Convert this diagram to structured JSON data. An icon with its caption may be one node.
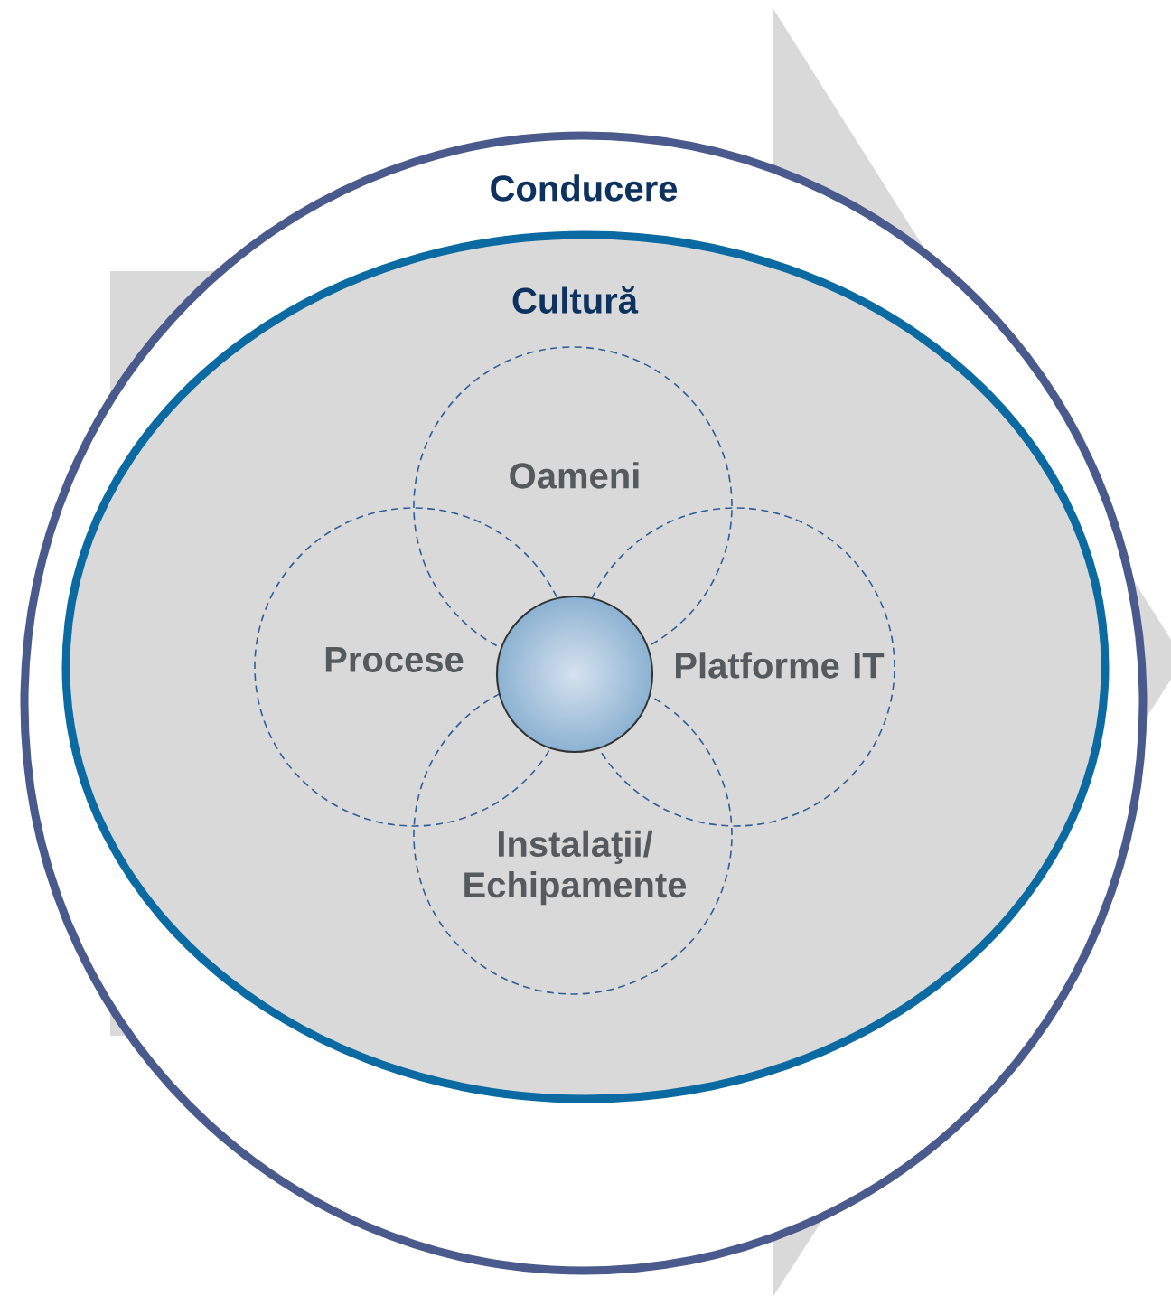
{
  "diagram": {
    "nodes": [
      {
        "text": [
          "Conducere"
        ]
      },
      {
        "text": [
          "Cultură"
        ],
        "in": 0
      },
      {
        "text": [
          "Oameni"
        ],
        "in": 1
      },
      {
        "text": [
          "Procese"
        ],
        "in": 1
      },
      {
        "text": [
          "Platforme IT"
        ],
        "in": 1
      },
      {
        "text": [
          "Instalaţii/ Echipamente"
        ],
        "in": 1
      },
      {
        "text": [],
        "shape": "circle",
        "in": 1
      }
    ]
  }
}
